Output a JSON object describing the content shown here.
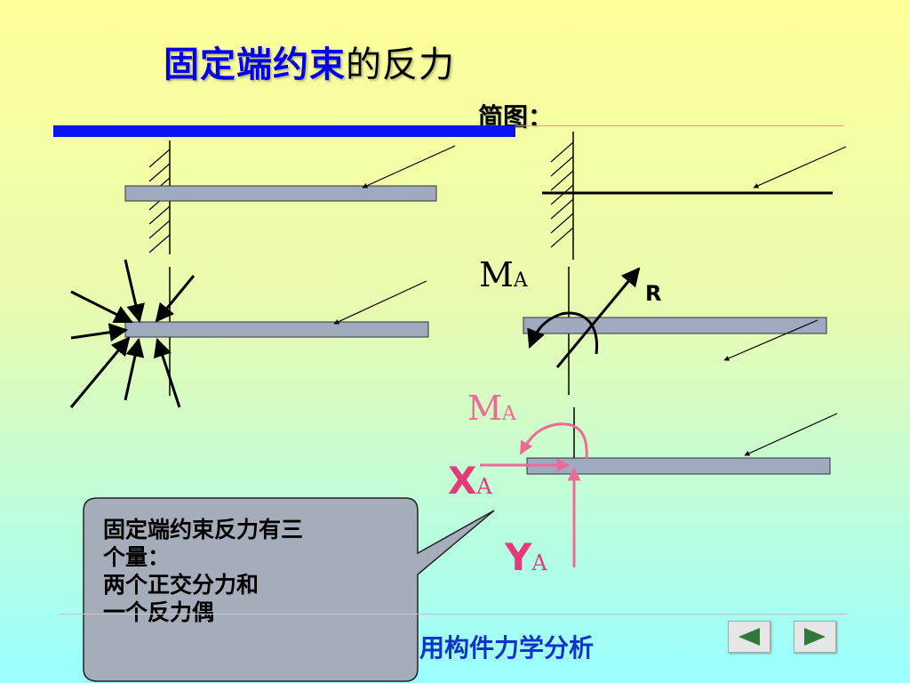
{
  "slide": {
    "title_highlight": "固定端约束",
    "title_rest": "的反力",
    "sketch_label": "简图："
  },
  "symbols": {
    "moment_black": {
      "main": "M",
      "sub": "A"
    },
    "resultant": "R",
    "moment_pink": {
      "main": "M",
      "sub": "A"
    },
    "x_reaction": {
      "main": "X",
      "sub": "A"
    },
    "y_reaction": {
      "main": "Y",
      "sub": "A"
    }
  },
  "callout": {
    "lines": [
      "固定端约束反力有三",
      "个量：",
      "两个正交分力和",
      "一个反力偶"
    ]
  },
  "footer": {
    "text": "用构件力学分析"
  },
  "nav": {
    "prev_icon": "triangle-left-icon",
    "next_icon": "triangle-right-icon"
  },
  "colors": {
    "accent_blue": "#0a14ee",
    "beam_fill": "#9fa9bf",
    "pink": "#ee6a96",
    "callout_fill": "#a5adbb"
  }
}
